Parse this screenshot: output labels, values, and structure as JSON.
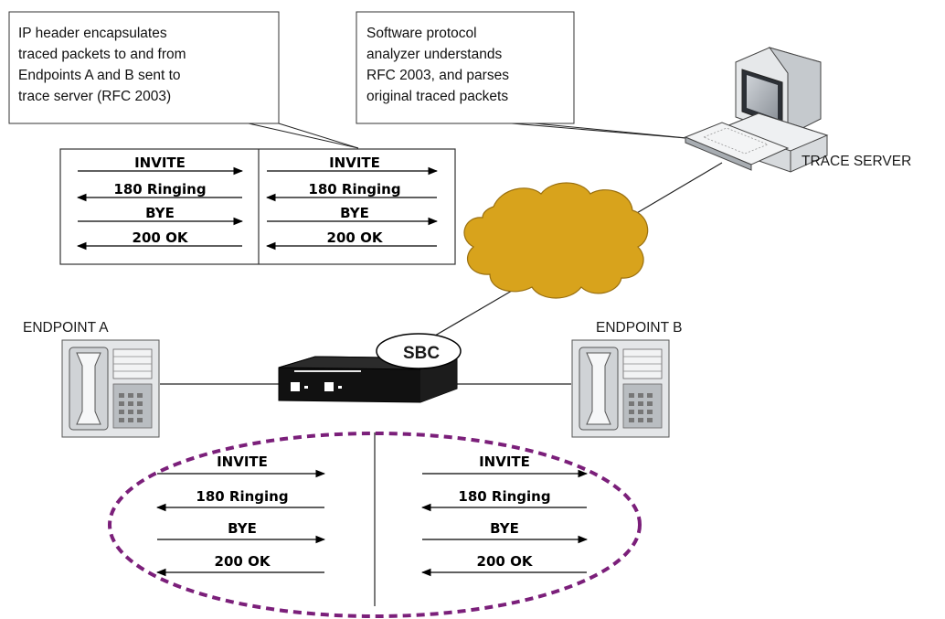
{
  "callout_left": {
    "lines": [
      "IP header encapsulates",
      "traced packets to and from",
      "Endpoints A and B sent to",
      "trace server (RFC 2003)"
    ]
  },
  "callout_right": {
    "lines": [
      "Software protocol",
      "analyzer understands",
      "RFC 2003, and parses",
      "original  traced packets"
    ]
  },
  "labels": {
    "trace_server": "TRACE SERVER",
    "endpoint_a": "ENDPOINT A",
    "endpoint_b": "ENDPOINT B",
    "sbc": "SBC"
  },
  "messages": [
    "INVITE",
    "180 Ringing",
    "BYE",
    "200 OK"
  ],
  "colors": {
    "cloud_fill": "#d8a31c",
    "dotted_ellipse": "#7b1f7a",
    "sbc_body": "#111111"
  }
}
